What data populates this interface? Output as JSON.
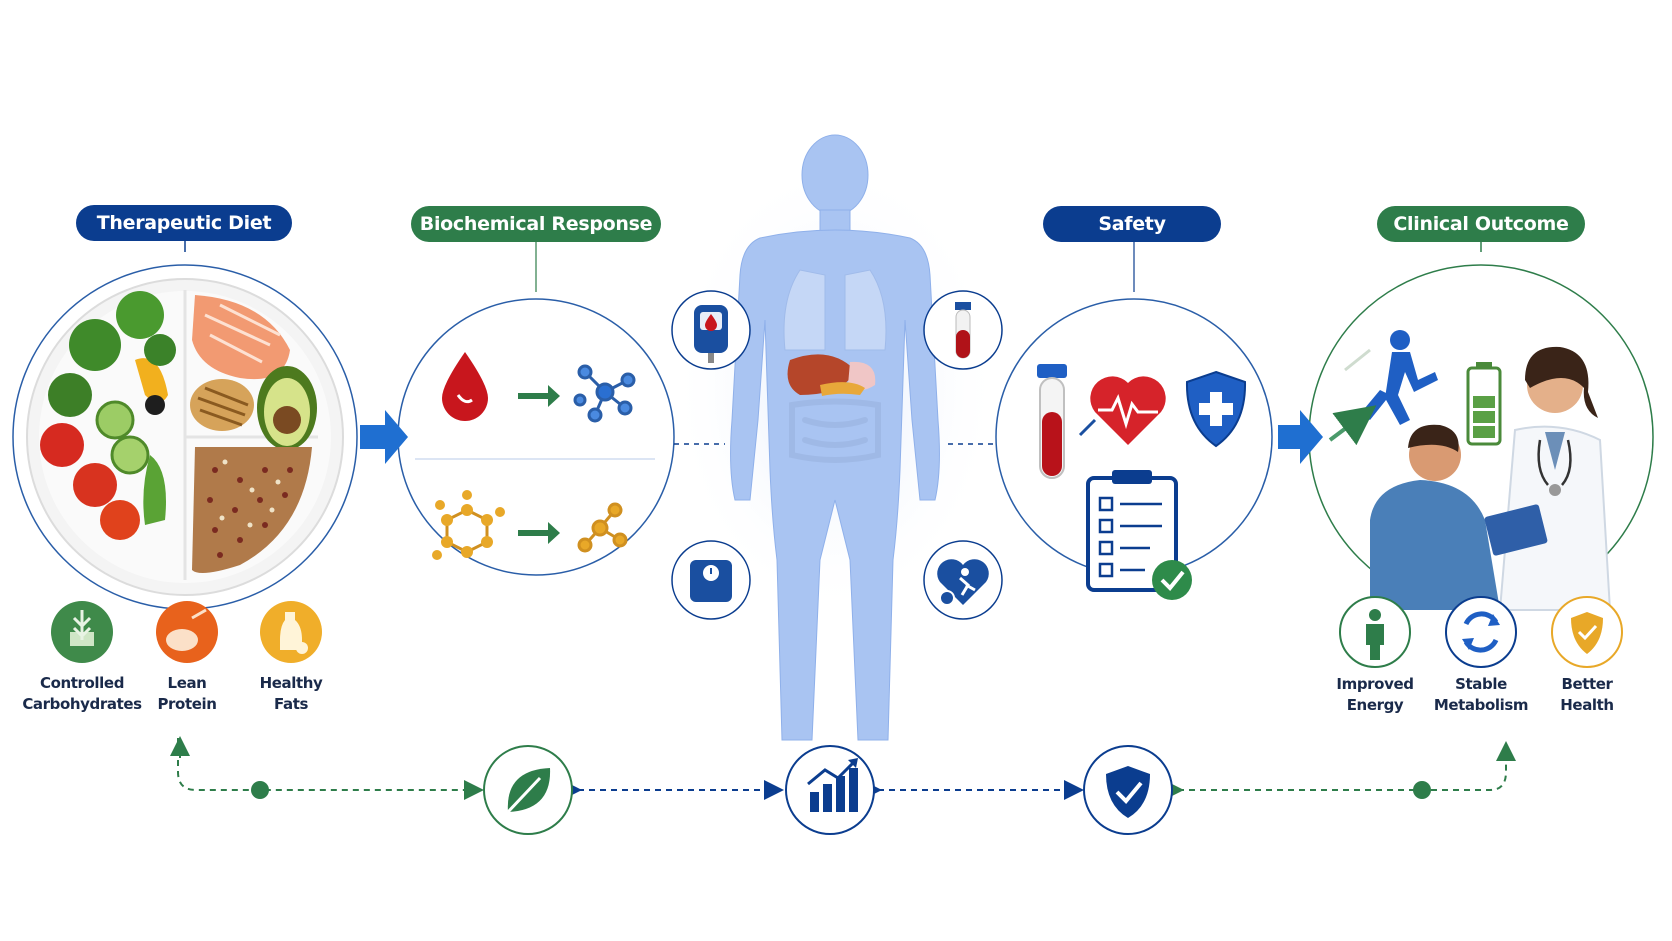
{
  "stages": {
    "diet": {
      "title": "Therapeutic Diet"
    },
    "biochem": {
      "title": "Biochemical Response"
    },
    "safety": {
      "title": "Safety"
    },
    "outcome": {
      "title": "Clinical Outcome"
    }
  },
  "diet_items": [
    {
      "line1": "Controlled",
      "line2": "Carbohydrates",
      "icon": "wheat-icon"
    },
    {
      "line1": "Lean",
      "line2": "Protein",
      "icon": "meat-icon"
    },
    {
      "line1": "Healthy",
      "line2": "Fats",
      "icon": "oil-bottle-icon"
    }
  ],
  "outcome_items": [
    {
      "line1": "Improved",
      "line2": "Energy",
      "icon": "person-icon"
    },
    {
      "line1": "Stable",
      "line2": "Metabolism",
      "icon": "cycle-icon"
    },
    {
      "line1": "Better",
      "line2": "Health",
      "icon": "shield-check-icon"
    }
  ],
  "colors": {
    "navy": "#0b3d8f",
    "green": "#2e7d4a",
    "accent_blue": "#1f6fd1",
    "body_blue": "#9bbcf0",
    "blood_red": "#c8161d",
    "molecule_gold": "#e0a020"
  }
}
